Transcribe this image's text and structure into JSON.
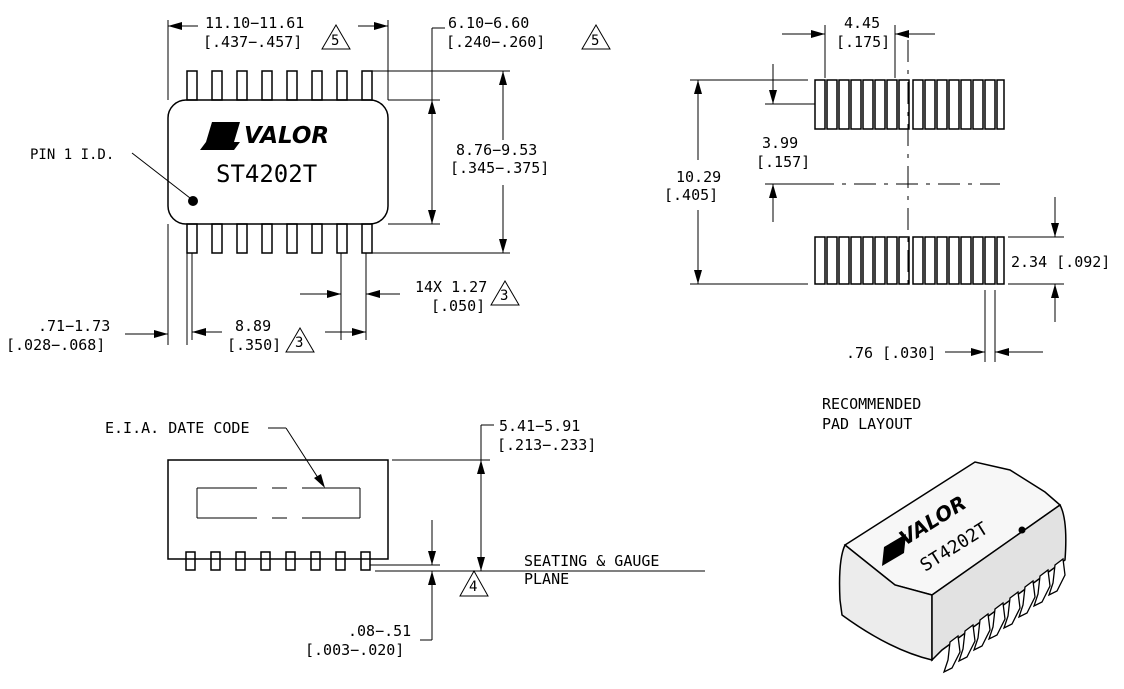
{
  "top_view": {
    "width_dim": "11.10−11.61",
    "width_dim_in": "[.437−.457]",
    "width_note": "5",
    "body_width_dim": "6.10−6.60",
    "body_width_dim_in": "[.240−.260]",
    "body_width_note": "5",
    "height_dim": "8.76−9.53",
    "height_dim_in": "[.345−.375]",
    "pin1_label": "PIN 1 I.D.",
    "logo_text": "VALOR",
    "part_number": "ST4202T",
    "pitch_dim": "14X 1.27",
    "pitch_dim_in": "[.050]",
    "pitch_note": "3",
    "span_dim": "8.89",
    "span_dim_in": "[.350]",
    "span_note": "3",
    "lead_dim": ".71−1.73",
    "lead_dim_in": "[.028−.068]"
  },
  "pad_layout": {
    "pad_width_dim": "4.45",
    "pad_width_dim_in": "[.175]",
    "pad_gap_dim": "3.99",
    "pad_gap_dim_in": "[.157]",
    "total_dim": "10.29",
    "total_dim_in": "[.405]",
    "pad_len_dim": "2.34 [.092]",
    "pad_w_dim": ".76 [.030]",
    "caption_line1": "RECOMMENDED",
    "caption_line2": "PAD LAYOUT"
  },
  "side_view": {
    "date_code_label": "E.I.A. DATE CODE",
    "height_dim": "5.41−5.91",
    "height_dim_in": "[.213−.233]",
    "standoff_dim": ".08−.51",
    "standoff_dim_in": "[.003−.020]",
    "plane_note": "4",
    "plane_label1": "SEATING & GAUGE",
    "plane_label2": "PLANE"
  },
  "render_3d": {
    "logo_text": "VALOR",
    "part_number": "ST4202T"
  }
}
